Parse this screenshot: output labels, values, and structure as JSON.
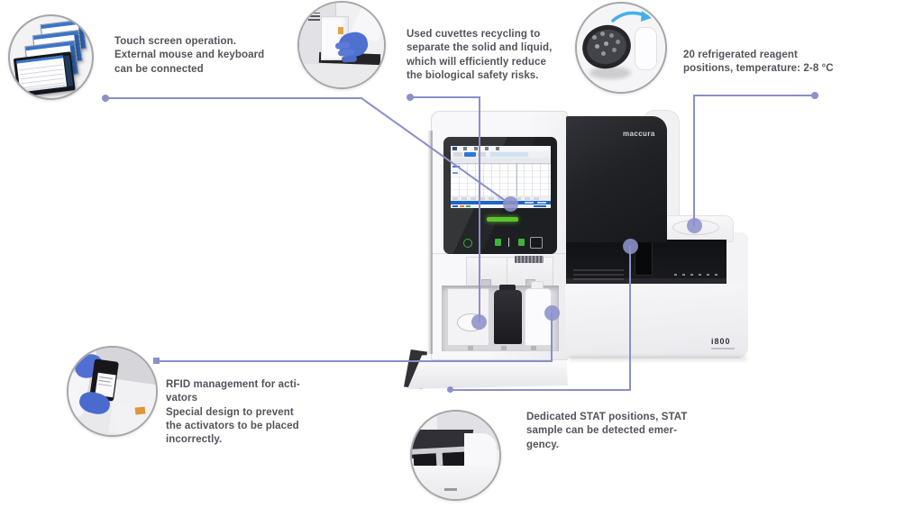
{
  "figure": {
    "type": "product-feature-infographic",
    "device": {
      "brand": "maccura",
      "model": "i800"
    },
    "accent_colors": {
      "callout_line": "#8b8fc7",
      "status_green": "#5ec42c",
      "arrow_blue": "#45b0e8",
      "glove_blue": "#4f6fd2",
      "text_gray": "#53535b",
      "screen_blue": "#2878d8"
    },
    "callouts": [
      {
        "id": "touch-screen",
        "lines": [
          "Touch screen operation.",
          "External mouse and keyboard",
          "can be connected"
        ]
      },
      {
        "id": "cuvette-recycling",
        "lines": [
          "Used cuvettes recycling to",
          "separate the solid and liquid,",
          "which will efficiently reduce",
          "the biological safety risks."
        ]
      },
      {
        "id": "refrigerated-reagent",
        "lines": [
          "20 refrigerated reagent",
          "positions, temperature: 2-8 °C"
        ]
      },
      {
        "id": "rfid-management",
        "lines": [
          "RFID management for acti-",
          "vators",
          "Special design to prevent",
          "the activators to be placed",
          "incorrectly."
        ]
      },
      {
        "id": "stat-positions",
        "lines": [
          "Dedicated STAT positions, STAT",
          "sample can be detected emer-",
          "gency."
        ]
      }
    ]
  }
}
